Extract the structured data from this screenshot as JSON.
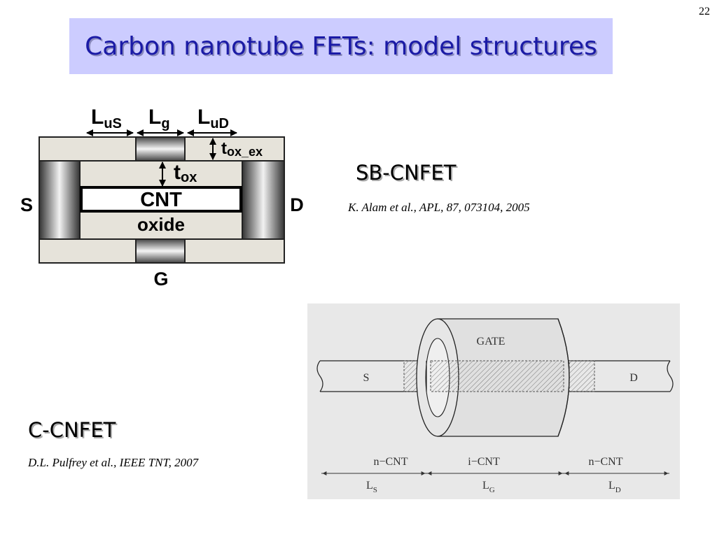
{
  "slide": {
    "page_number": "22",
    "title": "Carbon nanotube FETs: model structures"
  },
  "sb_cnfet": {
    "label": "SB-CNFET",
    "reference": "K. Alam et al., APL, 87, 073104, 2005",
    "diagram": {
      "dim_lus_main": "L",
      "dim_lus_sub": "uS",
      "dim_lg_main": "L",
      "dim_lg_sub": "g",
      "dim_lud_main": "L",
      "dim_lud_sub": "uD",
      "tox_ex_main": "t",
      "tox_ex_sub": "ox_ex",
      "tox_main": "t",
      "tox_sub": "ox",
      "cnt": "CNT",
      "oxide": "oxide",
      "source": "S",
      "drain": "D",
      "gate": "G"
    }
  },
  "c_cnfet": {
    "label": "C-CNFET",
    "reference": "D.L. Pulfrey et al., IEEE TNT, 2007",
    "diagram": {
      "gate": "GATE",
      "source": "S",
      "drain": "D",
      "region_left": "n−CNT",
      "region_mid": "i−CNT",
      "region_right": "n−CNT",
      "len_s_main": "L",
      "len_s_sub": "S",
      "len_g_main": "L",
      "len_g_sub": "G",
      "len_d_main": "L",
      "len_d_sub": "D"
    }
  },
  "colors": {
    "title_bg": "#ccccff",
    "title_text": "#1a1aa6",
    "figure_bg": "#e8e8e8"
  }
}
